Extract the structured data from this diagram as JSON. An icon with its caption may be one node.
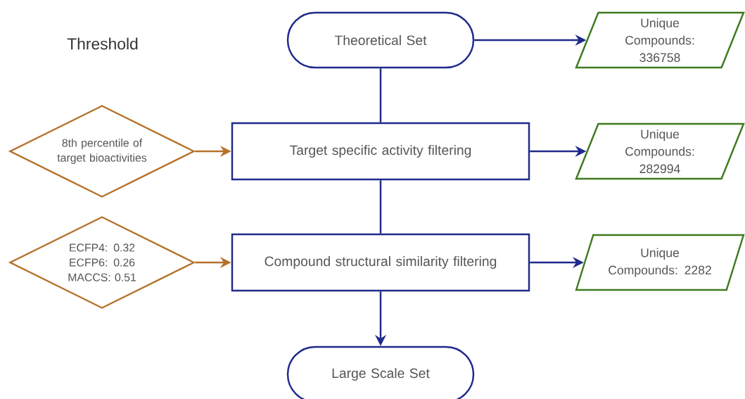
{
  "diagram": {
    "nodes": [
      {
        "text": [
          "Theoretical Set"
        ]
      },
      {
        "text": [
          "Unique Compounds: 336758"
        ]
      },
      {
        "text": [
          "8th percentile of target bioactivities"
        ]
      },
      {
        "text": [
          "Target  specific activity filtering"
        ]
      },
      {
        "text": [
          "Unique Compounds: 282994"
        ]
      },
      {
        "text": [
          "ECFP4: 0.32",
          "ECFP6: 0.26",
          "MACCS: 0.51"
        ]
      },
      {
        "text": [
          "Compound structural similarity filtering"
        ]
      },
      {
        "text": [
          "Unique Compounds: 2282"
        ]
      },
      {
        "text": [
          "Large Scale Set"
        ]
      }
    ],
    "edges": [
      {
        "from": 0,
        "to": 1,
        "arrow": "to"
      },
      {
        "from": 0,
        "to": 3,
        "arrow": "none"
      },
      {
        "from": 2,
        "to": 3,
        "arrow": "to",
        "color": "#b5722a"
      },
      {
        "from": 3,
        "to": 4,
        "arrow": "to"
      },
      {
        "from": 3,
        "to": 6,
        "arrow": "none"
      },
      {
        "from": 5,
        "to": 6,
        "arrow": "to",
        "color": "#b5722a"
      },
      {
        "from": 6,
        "to": 7,
        "arrow": "to"
      },
      {
        "from": 6,
        "to": 8,
        "arrow": "to"
      }
    ],
    "labels": [
      "Threshold"
    ]
  }
}
